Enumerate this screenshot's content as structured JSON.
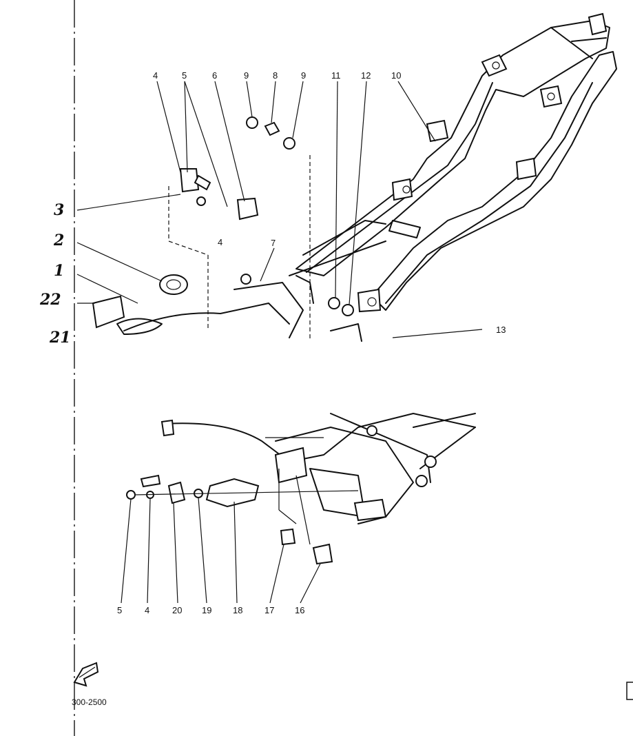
{
  "upper_labels": {
    "n4": "4",
    "n5": "5",
    "n6": "6",
    "n9a": "9",
    "n8": "8",
    "n9b": "9",
    "n11": "11",
    "n12": "12",
    "n10": "10",
    "n7": "7",
    "n4s": "4",
    "n13": "13"
  },
  "handwritten_labels": {
    "h3": "3",
    "h2": "2",
    "h1": "1",
    "h22": "22",
    "h21": "21"
  },
  "lower_labels": {
    "n5": "5",
    "n4": "4",
    "n20": "20",
    "n19": "19",
    "n18": "18",
    "n17": "17",
    "n16": "16"
  },
  "footer": {
    "code": "300-2500"
  },
  "icons": {
    "direction_arrow": "arrow-icon"
  }
}
